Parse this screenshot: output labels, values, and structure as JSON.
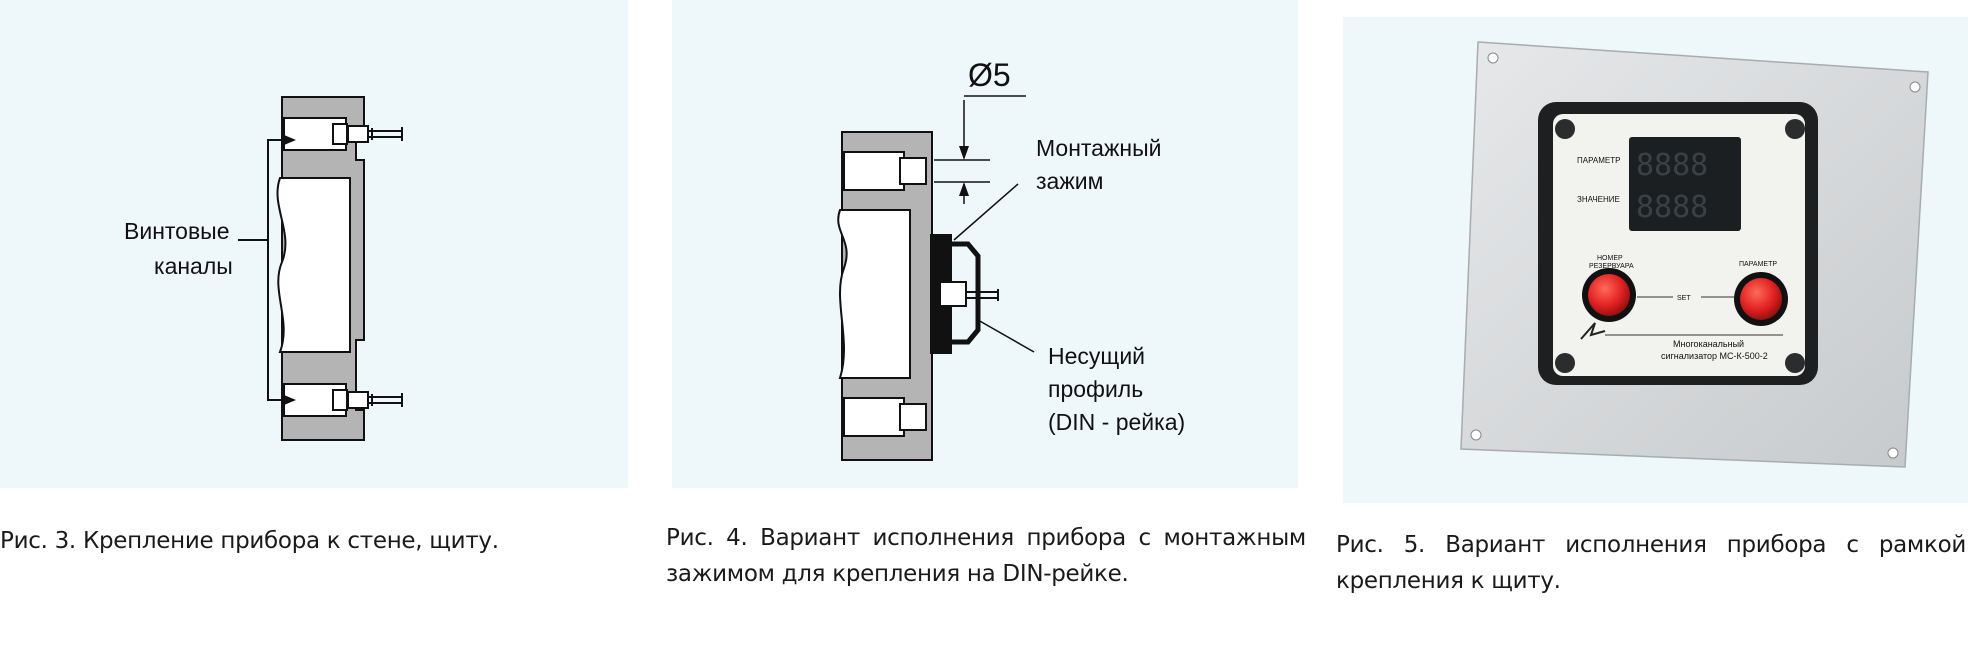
{
  "figures": [
    {
      "label_line1": "Винтовые",
      "label_line2": "каналы",
      "caption": "Рис. 3. Крепление прибора к стене, щиту."
    },
    {
      "dimension": "Ø5",
      "clamp_line1": "Монтажный",
      "clamp_line2": "зажим",
      "rail_line1": "Несущий",
      "rail_line2": "профиль",
      "rail_line3": "(DIN - рейка)",
      "caption": "Рис. 4. Вариант исполнения прибора с монтажным зажимом для крепления на DIN-рейке."
    },
    {
      "device": {
        "param_label": "ПАРАМЕТР",
        "value_label": "ЗНАЧЕНИЕ",
        "left_button_line1": "НОМЕР",
        "left_button_line2": "РЕЗЕРВУАРА",
        "right_button_label": "ПАРАМЕТР",
        "set_label": "SET",
        "model_line1": "Многоканальный",
        "model_line2": "сигнализатор МС-К-500-2",
        "display_top": "8888",
        "display_bottom": "8888"
      },
      "caption": "Рис. 5. Вариант исполнения прибора с рамкой крепления к щиту."
    }
  ],
  "colors": {
    "panel_bg": "#eef7fa",
    "section_gray": "#b4b4b4",
    "button_red": "#e02020"
  }
}
